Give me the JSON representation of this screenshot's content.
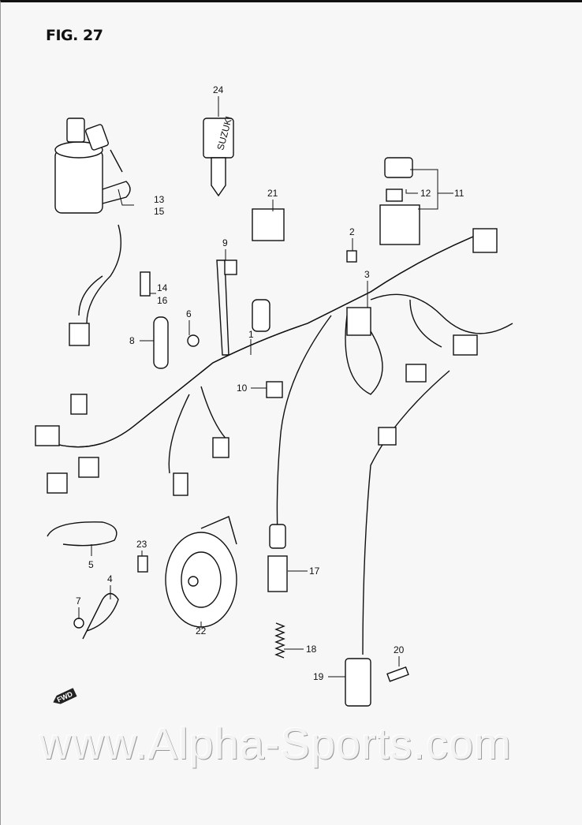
{
  "figure": {
    "title": "FIG. 27"
  },
  "callouts": {
    "p1": "1",
    "p2": "2",
    "p3": "3",
    "p4": "4",
    "p5": "5",
    "p6": "6",
    "p7": "7",
    "p8": "8",
    "p9": "9",
    "p10": "10",
    "p11": "11",
    "p12": "12",
    "p13": "13",
    "p14": "14",
    "p15": "15",
    "p16": "16",
    "p17": "17",
    "p18": "18",
    "p19": "19",
    "p20": "20",
    "p21": "21",
    "p22": "22",
    "p23": "23",
    "p24": "24"
  },
  "key_brand": "SUZUKI",
  "direction_marker": "FWD",
  "watermark": "www.Alpha-Sports.com"
}
